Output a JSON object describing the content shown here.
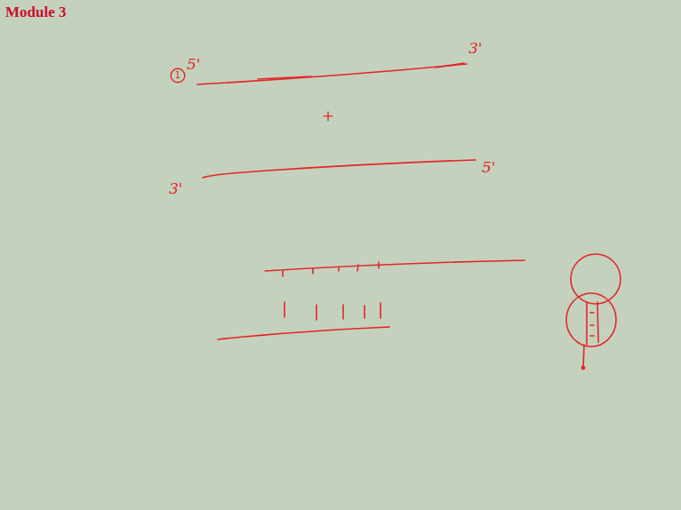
{
  "diagram": {
    "title": "Module 3",
    "nodes": [
      {
        "text": [
          "1"
        ]
      }
    ],
    "labels": [
      "5'",
      "3'",
      "+",
      "3'",
      "5'"
    ]
  }
}
